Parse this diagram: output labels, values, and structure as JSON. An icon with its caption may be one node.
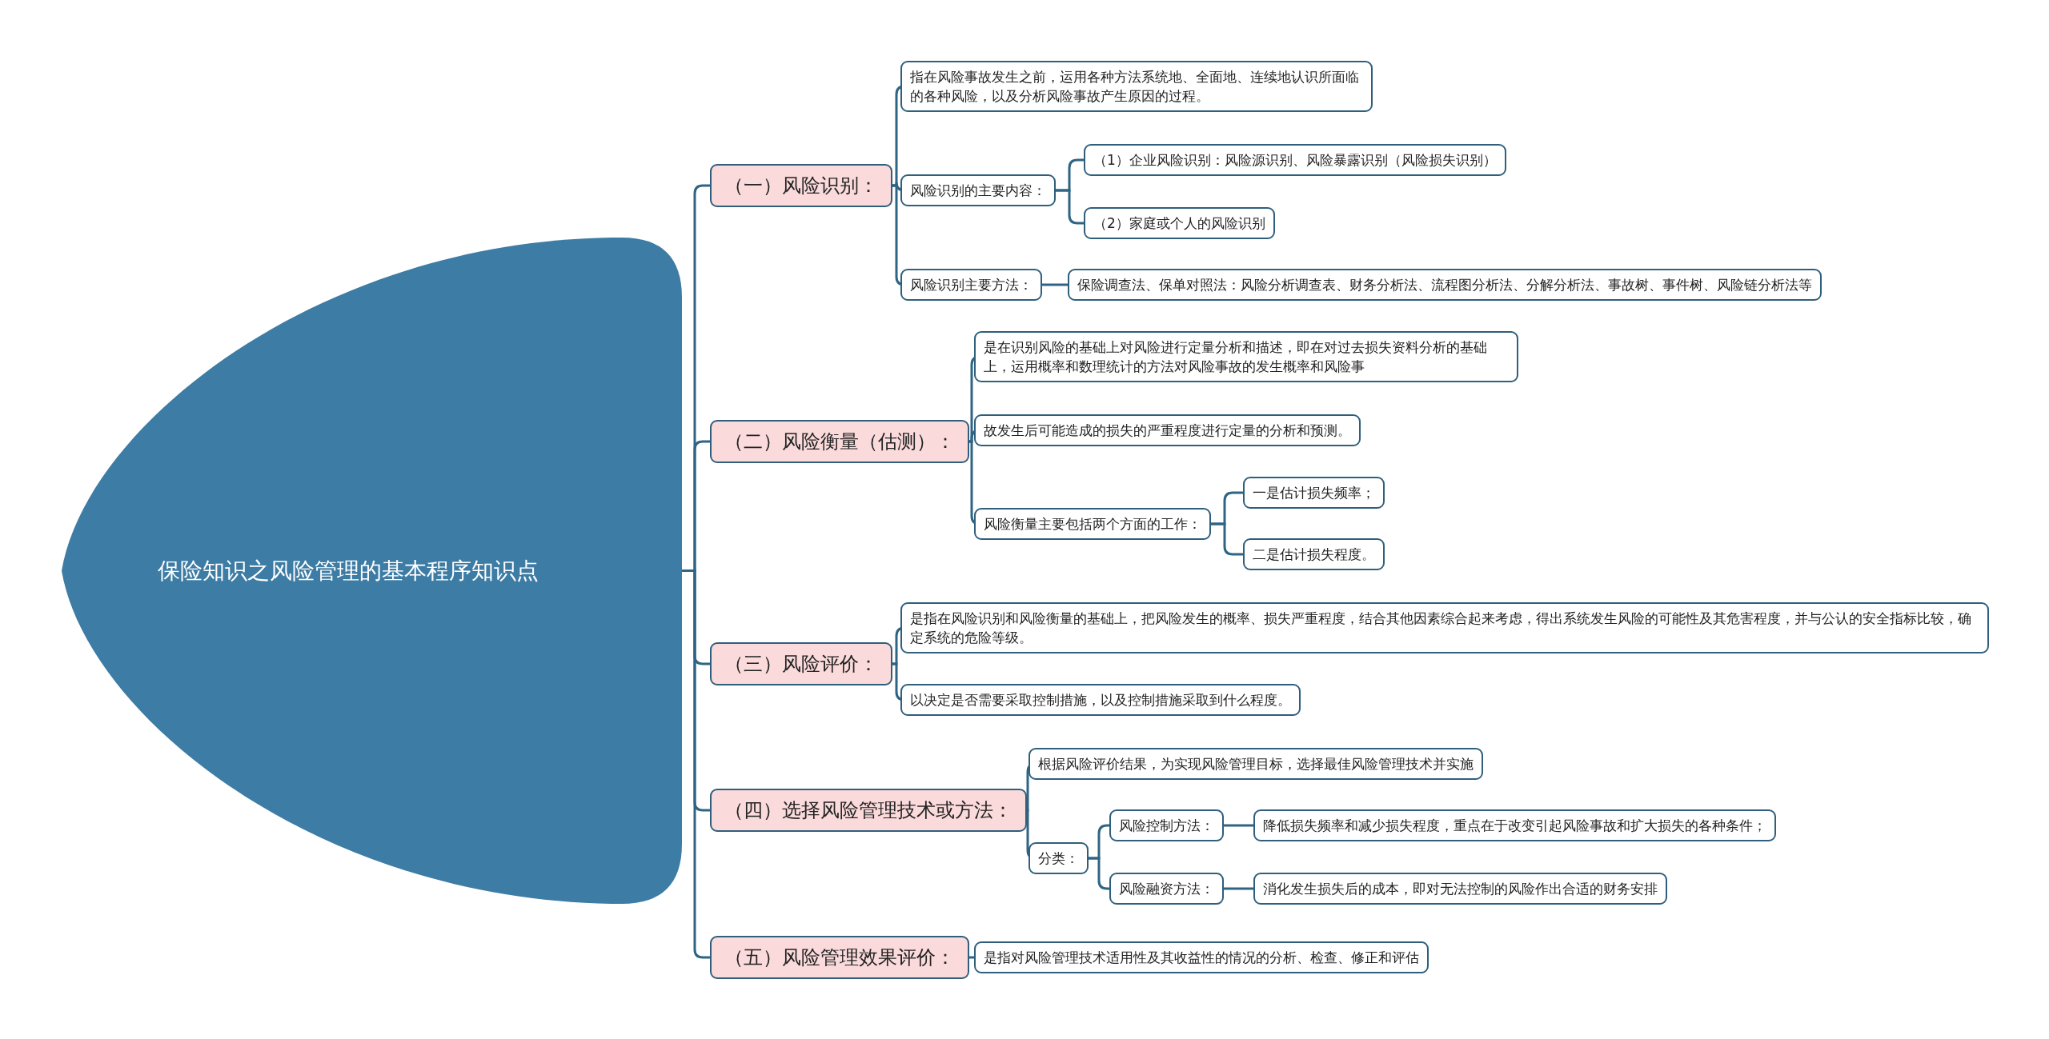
{
  "diagram": {
    "nodes": [
      {
        "text": [
          "保险知识之风险管理的基本程序知识点"
        ]
      },
      {
        "text": [
          "（一）风险识别："
        ]
      },
      {
        "text": [
          "指在风险事故发生之前，运用各种方法系统地、全面地、连续地认识所面临的各种风险，以及分析风险事故产生原因的过程。"
        ]
      },
      {
        "text": [
          "风险识别的主要内容："
        ]
      },
      {
        "text": [
          "（1）企业风险识别：风险源识别、风险暴露识别（风险损失识别）"
        ]
      },
      {
        "text": [
          "（2）家庭或个人的风险识别"
        ]
      },
      {
        "text": [
          "风险识别主要方法："
        ]
      },
      {
        "text": [
          "保险调查法、保单对照法：风险分析调查表、财务分析法、流程图分析法、分解分析法、事故树、事件树、风险链分析法等"
        ]
      },
      {
        "text": [
          "（二）风险衡量（估测）："
        ]
      },
      {
        "text": [
          "是在识别风险的基础上对风险进行定量分析和描述，即在对过去损失资料分析的基础上，运用概率和数理统计的方法对风险事故的发生概率和风险事"
        ]
      },
      {
        "text": [
          "故发生后可能造成的损失的严重程度进行定量的分析和预测。"
        ]
      },
      {
        "text": [
          "风险衡量主要包括两个方面的工作："
        ]
      },
      {
        "text": [
          "一是估计损失频率；"
        ]
      },
      {
        "text": [
          "二是估计损失程度。"
        ]
      },
      {
        "text": [
          "（三）风险评价："
        ]
      },
      {
        "text": [
          "是指在风险识别和风险衡量的基础上，把风险发生的概率、损失严重程度，结合其他因素综合起来考虑，得出系统发生风险的可能性及其危害程度，并与公认的安全指标比较，确定系统的危险等级。"
        ]
      },
      {
        "text": [
          "以决定是否需要采取控制措施，以及控制措施采取到什么程度。"
        ]
      },
      {
        "text": [
          "（四）选择风险管理技术或方法："
        ]
      },
      {
        "text": [
          "根据风险评价结果，为实现风险管理目标，选择最佳风险管理技术并实施"
        ]
      },
      {
        "text": [
          "分类："
        ]
      },
      {
        "text": [
          "风险控制方法："
        ]
      },
      {
        "text": [
          "降低损失频率和减少损失程度，重点在于改变引起风险事故和扩大损失的各种条件；"
        ]
      },
      {
        "text": [
          "风险融资方法："
        ]
      },
      {
        "text": [
          "消化发生损失后的成本，即对无法控制的风险作出合适的财务安排"
        ]
      },
      {
        "text": [
          "（五）风险管理效果评价："
        ]
      },
      {
        "text": [
          "是指对风险管理技术适用性及其收益性的情况的分析、检查、修正和评估"
        ]
      }
    ],
    "edges": [
      {
        "from": 0,
        "to": 1,
        "arrow": "none"
      },
      {
        "from": 0,
        "to": 8,
        "arrow": "none"
      },
      {
        "from": 0,
        "to": 14,
        "arrow": "none"
      },
      {
        "from": 0,
        "to": 17,
        "arrow": "none"
      },
      {
        "from": 0,
        "to": 24,
        "arrow": "none"
      },
      {
        "from": 1,
        "to": 2,
        "arrow": "none"
      },
      {
        "from": 1,
        "to": 3,
        "arrow": "none"
      },
      {
        "from": 1,
        "to": 6,
        "arrow": "none"
      },
      {
        "from": 3,
        "to": 4,
        "arrow": "none"
      },
      {
        "from": 3,
        "to": 5,
        "arrow": "none"
      },
      {
        "from": 6,
        "to": 7,
        "arrow": "none"
      },
      {
        "from": 8,
        "to": 9,
        "arrow": "none"
      },
      {
        "from": 8,
        "to": 10,
        "arrow": "none"
      },
      {
        "from": 8,
        "to": 11,
        "arrow": "none"
      },
      {
        "from": 11,
        "to": 12,
        "arrow": "none"
      },
      {
        "from": 11,
        "to": 13,
        "arrow": "none"
      },
      {
        "from": 14,
        "to": 15,
        "arrow": "none"
      },
      {
        "from": 14,
        "to": 16,
        "arrow": "none"
      },
      {
        "from": 17,
        "to": 18,
        "arrow": "none"
      },
      {
        "from": 17,
        "to": 19,
        "arrow": "none"
      },
      {
        "from": 19,
        "to": 20,
        "arrow": "none"
      },
      {
        "from": 19,
        "to": 22,
        "arrow": "none"
      },
      {
        "from": 20,
        "to": 21,
        "arrow": "none"
      },
      {
        "from": 22,
        "to": 23,
        "arrow": "none"
      },
      {
        "from": 24,
        "to": 25,
        "arrow": "none"
      }
    ]
  }
}
